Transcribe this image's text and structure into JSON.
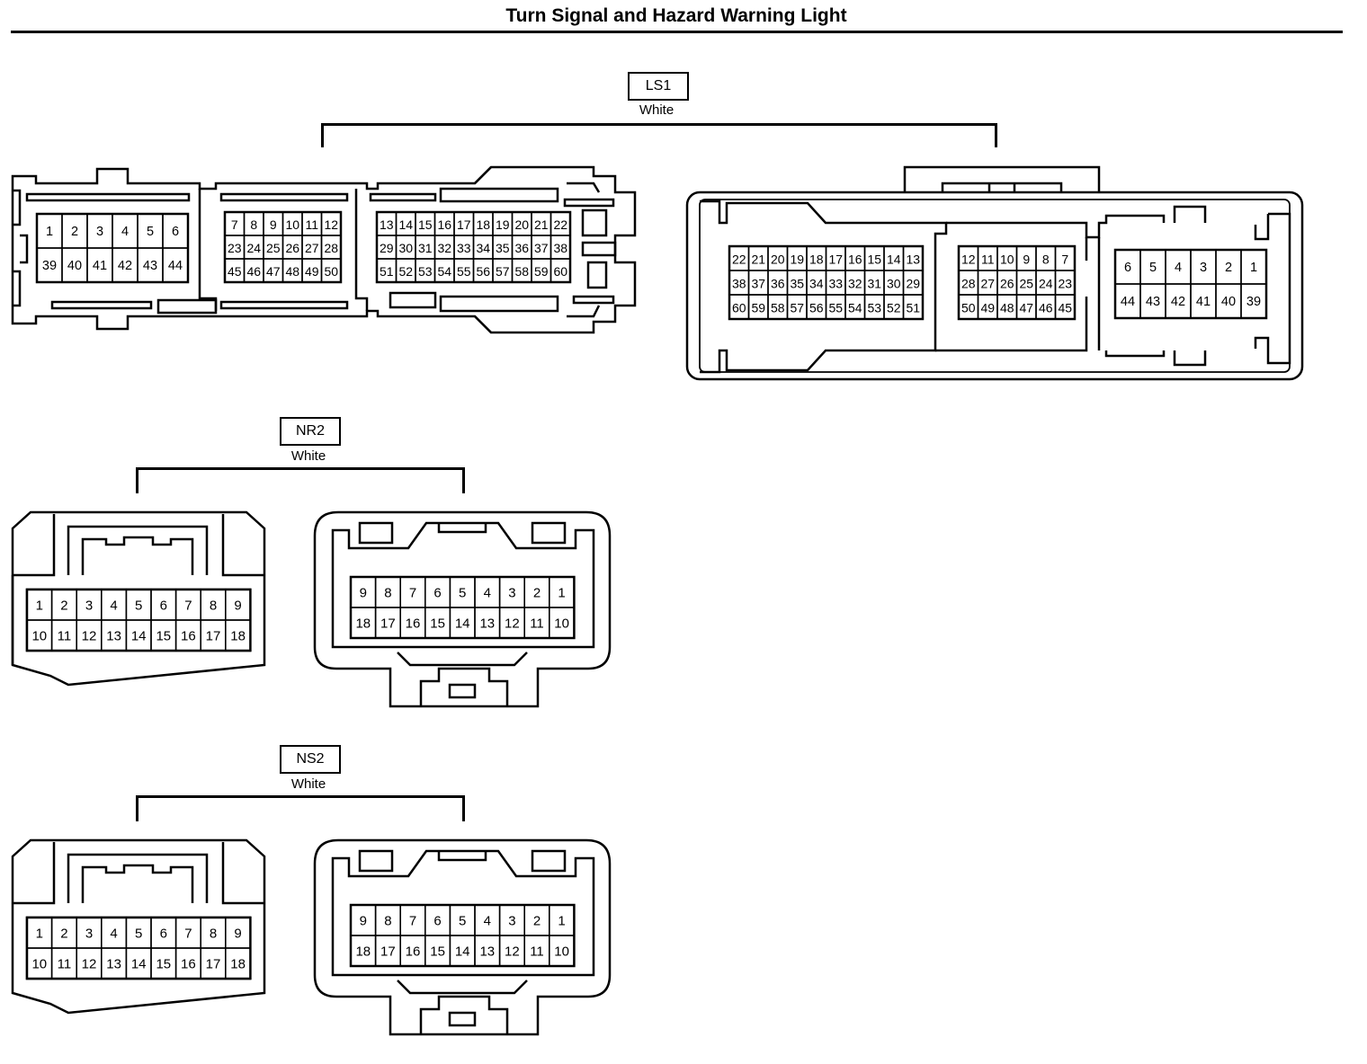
{
  "title": "Turn Signal and Hazard Warning Light",
  "connectors": [
    {
      "code": "LS1",
      "color": "White",
      "views": [
        {
          "view": "male-side",
          "groups": [
            {
              "rows": [
                [
                  "1",
                  "2",
                  "3",
                  "4",
                  "5",
                  "6"
                ],
                [
                  "39",
                  "40",
                  "41",
                  "42",
                  "43",
                  "44"
                ]
              ]
            },
            {
              "rows": [
                [
                  "7",
                  "8",
                  "9",
                  "10",
                  "11",
                  "12"
                ],
                [
                  "23",
                  "24",
                  "25",
                  "26",
                  "27",
                  "28"
                ],
                [
                  "45",
                  "46",
                  "47",
                  "48",
                  "49",
                  "50"
                ]
              ]
            },
            {
              "rows": [
                [
                  "13",
                  "14",
                  "15",
                  "16",
                  "17",
                  "18",
                  "19",
                  "20",
                  "21",
                  "22"
                ],
                [
                  "29",
                  "30",
                  "31",
                  "32",
                  "33",
                  "34",
                  "35",
                  "36",
                  "37",
                  "38"
                ],
                [
                  "51",
                  "52",
                  "53",
                  "54",
                  "55",
                  "56",
                  "57",
                  "58",
                  "59",
                  "60"
                ]
              ]
            }
          ]
        },
        {
          "view": "female-side",
          "groups": [
            {
              "rows": [
                [
                  "22",
                  "21",
                  "20",
                  "19",
                  "18",
                  "17",
                  "16",
                  "15",
                  "14",
                  "13"
                ],
                [
                  "38",
                  "37",
                  "36",
                  "35",
                  "34",
                  "33",
                  "32",
                  "31",
                  "30",
                  "29"
                ],
                [
                  "60",
                  "59",
                  "58",
                  "57",
                  "56",
                  "55",
                  "54",
                  "53",
                  "52",
                  "51"
                ]
              ]
            },
            {
              "rows": [
                [
                  "12",
                  "11",
                  "10",
                  "9",
                  "8",
                  "7"
                ],
                [
                  "28",
                  "27",
                  "26",
                  "25",
                  "24",
                  "23"
                ],
                [
                  "50",
                  "49",
                  "48",
                  "47",
                  "46",
                  "45"
                ]
              ]
            },
            {
              "rows": [
                [
                  "6",
                  "5",
                  "4",
                  "3",
                  "2",
                  "1"
                ],
                [
                  "44",
                  "43",
                  "42",
                  "41",
                  "40",
                  "39"
                ]
              ]
            }
          ]
        }
      ]
    },
    {
      "code": "NR2",
      "color": "White",
      "views": [
        {
          "view": "male-side",
          "groups": [
            {
              "rows": [
                [
                  "1",
                  "2",
                  "3",
                  "4",
                  "5",
                  "6",
                  "7",
                  "8",
                  "9"
                ],
                [
                  "10",
                  "11",
                  "12",
                  "13",
                  "14",
                  "15",
                  "16",
                  "17",
                  "18"
                ]
              ]
            }
          ]
        },
        {
          "view": "female-side",
          "groups": [
            {
              "rows": [
                [
                  "9",
                  "8",
                  "7",
                  "6",
                  "5",
                  "4",
                  "3",
                  "2",
                  "1"
                ],
                [
                  "18",
                  "17",
                  "16",
                  "15",
                  "14",
                  "13",
                  "12",
                  "11",
                  "10"
                ]
              ]
            }
          ]
        }
      ]
    },
    {
      "code": "NS2",
      "color": "White",
      "views": [
        {
          "view": "male-side",
          "groups": [
            {
              "rows": [
                [
                  "1",
                  "2",
                  "3",
                  "4",
                  "5",
                  "6",
                  "7",
                  "8",
                  "9"
                ],
                [
                  "10",
                  "11",
                  "12",
                  "13",
                  "14",
                  "15",
                  "16",
                  "17",
                  "18"
                ]
              ]
            }
          ]
        },
        {
          "view": "female-side",
          "groups": [
            {
              "rows": [
                [
                  "9",
                  "8",
                  "7",
                  "6",
                  "5",
                  "4",
                  "3",
                  "2",
                  "1"
                ],
                [
                  "18",
                  "17",
                  "16",
                  "15",
                  "14",
                  "13",
                  "12",
                  "11",
                  "10"
                ]
              ]
            }
          ]
        }
      ]
    }
  ]
}
